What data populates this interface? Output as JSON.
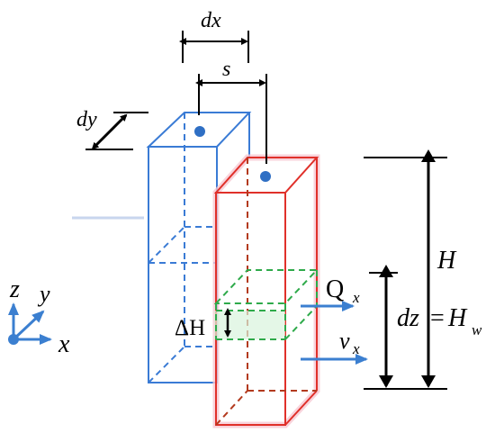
{
  "labels": {
    "dx": "dx",
    "s": "s",
    "dy": "dy",
    "H": "H",
    "dz": "dz",
    "eq": "=",
    "Hw_base": "H",
    "Hw_sub": "w",
    "Qx_base": "Q",
    "Qx_sub": "x",
    "vx_base": "v",
    "vx_sub": "x",
    "deltaH": "ΔH",
    "axis_z": "z",
    "axis_y": "y",
    "axis_x": "x"
  },
  "colors": {
    "blue_prism": "#3a7bd5",
    "red_prism": "#e0302a",
    "red_glow": "#f6c8d2",
    "green_element": "#2eaa4a",
    "arrow_blue": "#3b7fd0",
    "dimension": "#000000"
  }
}
